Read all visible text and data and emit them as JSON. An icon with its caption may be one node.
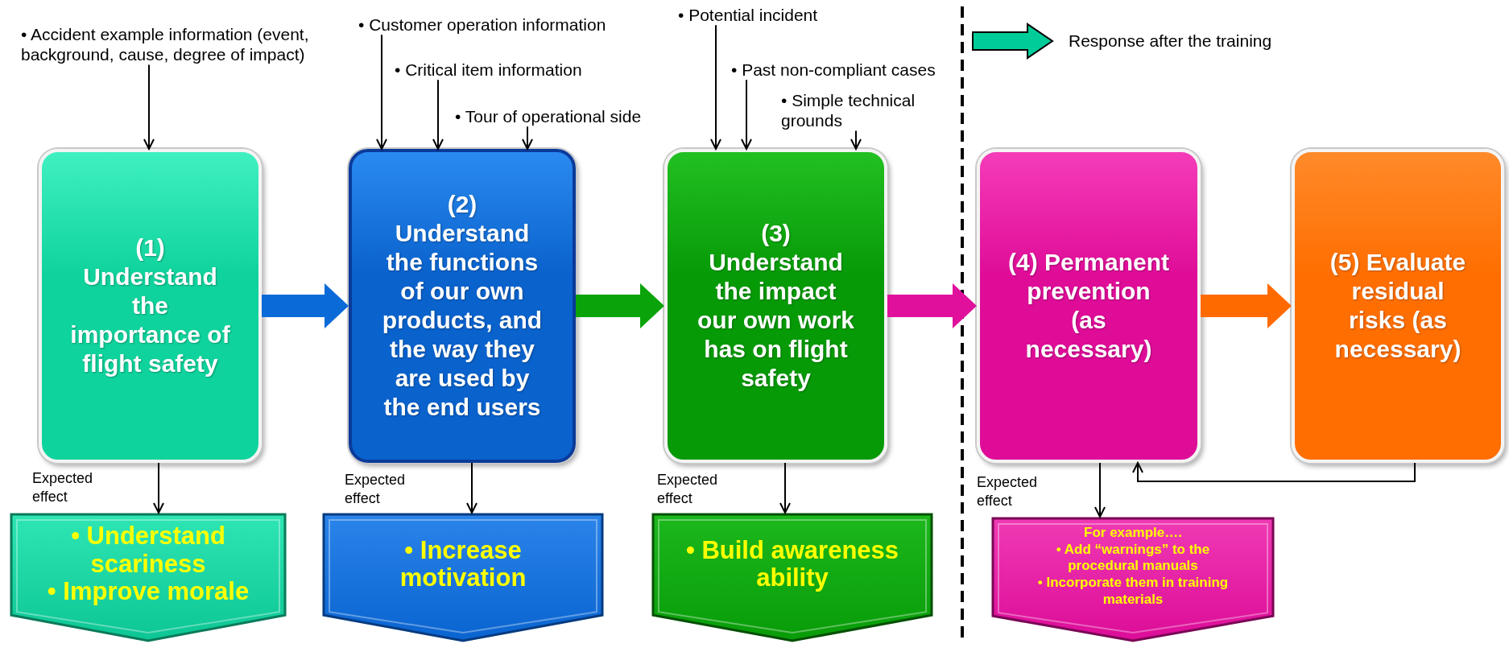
{
  "diagram": {
    "nodes": [
      {
        "text": [
          "• Accident example information (event, background, cause, degree of impact)"
        ]
      },
      {
        "text": [
          "• Customer operation information"
        ]
      },
      {
        "text": [
          "• Critical item information"
        ]
      },
      {
        "text": [
          "• Tour of operational side"
        ]
      },
      {
        "text": [
          "• Potential incident"
        ]
      },
      {
        "text": [
          "• Past non-compliant cases"
        ]
      },
      {
        "text": [
          "• Simple technical grounds"
        ]
      },
      {
        "text": [
          "(1) Understand the importance of flight safety"
        ]
      },
      {
        "text": [
          "(2) Understand the functions of our own products, and the way they are used by the end users"
        ]
      },
      {
        "text": [
          "(3) Understand the impact our own work has on flight safety"
        ]
      },
      {
        "text": [
          "(4) Permanent prevention (as necessary)"
        ]
      },
      {
        "text": [
          "(5) Evaluate residual risks (as necessary)"
        ]
      },
      {
        "text": [
          "• Understand scariness",
          "• Improve morale"
        ]
      },
      {
        "text": [
          "• Increase motivation"
        ]
      },
      {
        "text": [
          "• Build awareness ability"
        ]
      },
      {
        "text": [
          "For example….",
          "• Add “warnings” to the procedural manuals",
          "• Incorporate them in training materials"
        ]
      }
    ],
    "edges": [
      {
        "from": 0,
        "to": 7,
        "arrow": "to"
      },
      {
        "from": 1,
        "to": 8,
        "arrow": "to"
      },
      {
        "from": 2,
        "to": 8,
        "arrow": "to"
      },
      {
        "from": 3,
        "to": 8,
        "arrow": "to"
      },
      {
        "from": 4,
        "to": 9,
        "arrow": "to"
      },
      {
        "from": 5,
        "to": 9,
        "arrow": "to"
      },
      {
        "from": 6,
        "to": 9,
        "arrow": "to"
      },
      {
        "from": 7,
        "to": 8,
        "arrow": "to",
        "style": "thick",
        "color": "#0a6bd8"
      },
      {
        "from": 8,
        "to": 9,
        "arrow": "to",
        "style": "thick",
        "color": "#0aa30a"
      },
      {
        "from": 9,
        "to": 10,
        "arrow": "to",
        "style": "thick",
        "color": "#e0109c"
      },
      {
        "from": 10,
        "to": 11,
        "arrow": "to",
        "style": "thick",
        "color": "#ff6a00"
      },
      {
        "from": 7,
        "to": 12,
        "arrow": "to"
      },
      {
        "from": 8,
        "to": 13,
        "arrow": "to"
      },
      {
        "from": 9,
        "to": 14,
        "arrow": "to"
      },
      {
        "from": 10,
        "to": 15,
        "arrow": "to"
      },
      {
        "from": 11,
        "to": 10,
        "arrow": "to"
      }
    ],
    "labels": [
      "Expected effect",
      "Expected effect",
      "Expected effect",
      "Expected effect"
    ],
    "legend": [
      {
        "text": "Response after the training"
      }
    ]
  }
}
